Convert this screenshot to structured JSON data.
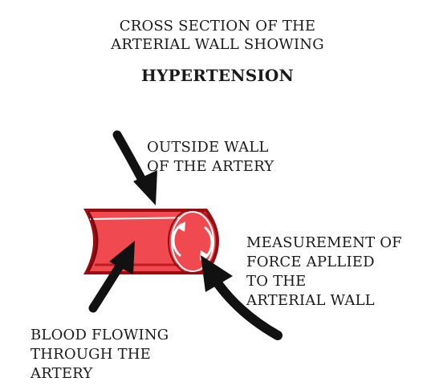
{
  "title": {
    "line1": "CROSS SECTION OF THE",
    "line2": "ARTERIAL WALL SHOWING",
    "subtitle": "HYPERTENSION"
  },
  "labels": {
    "outside_wall": [
      "OUTSIDE WALL",
      "OF THE ARTERY"
    ],
    "measurement": [
      "MEASUREMENT OF",
      "FORCE APLLIED",
      "TO THE",
      "ARTERIAL WALL"
    ],
    "blood_flow": [
      "BLOOD FLOWING",
      "THROUGH THE",
      "ARTERY"
    ]
  },
  "colors": {
    "artery_fill": "#f04a50",
    "artery_dark": "#9b0b12",
    "artery_highlight": "#ffffff",
    "arrow": "#111111"
  },
  "icons": {
    "pressure_arrows": "circular-arrows-icon"
  }
}
